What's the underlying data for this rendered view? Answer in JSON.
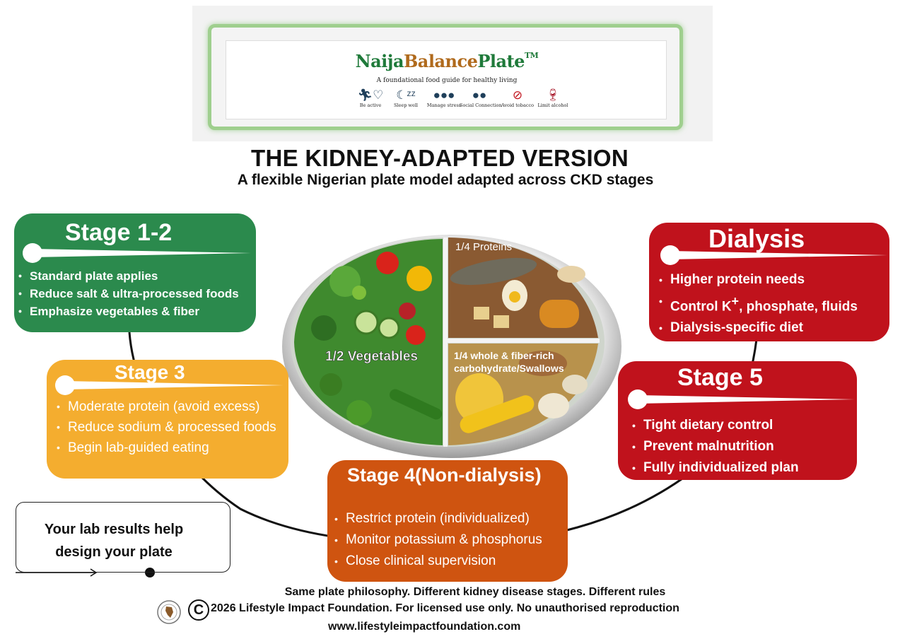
{
  "banner": {
    "brand": {
      "part1": "Naija",
      "part2": "Balance",
      "part3": "Plate",
      "tm": "TM"
    },
    "tagline": "A foundational food guide for healthy living",
    "icons": [
      {
        "icon": "running-heart-icon",
        "caption": "Be active"
      },
      {
        "icon": "moon-stars-icon",
        "caption": "Sleep well"
      },
      {
        "icon": "group-icon",
        "caption": "Manage stress"
      },
      {
        "icon": "people-icon",
        "caption": "Social Connection"
      },
      {
        "icon": "no-smoking-icon",
        "caption": "Avoid tobacco"
      },
      {
        "icon": "wine-glass-icon",
        "caption": "Limit alcohol"
      }
    ]
  },
  "title": "THE KIDNEY-ADAPTED VERSION",
  "subtitle": "A flexible Nigerian plate model adapted across CKD stages",
  "plate": {
    "vegetables_label": "1/2 Vegetables",
    "proteins_label": "1/4 Proteins",
    "carbs_label_1": "1/4 whole & fiber-rich",
    "carbs_label_2": "carbohydrate/Swallows"
  },
  "stages": {
    "stage12": {
      "title": "Stage 1-2",
      "color": "#2b8a4d",
      "items": [
        "Standard plate applies",
        "Reduce salt & ultra-processed foods",
        "Emphasize vegetables & fiber"
      ]
    },
    "stage3": {
      "title": "Stage 3",
      "color": "#f4ad2f",
      "items": [
        "Moderate protein (avoid excess)",
        "Reduce sodium & processed foods",
        "Begin lab-guided eating"
      ]
    },
    "stage4": {
      "title": "Stage 4(Non-dialysis)",
      "color": "#cf5410",
      "items": [
        "Restrict protein (individualized)",
        "Monitor potassium & phosphorus",
        "Close clinical supervision"
      ]
    },
    "stage5": {
      "title": "Stage 5",
      "color": "#c0121c",
      "items": [
        "Tight dietary control",
        "Prevent malnutrition",
        "Fully individualized plan"
      ]
    },
    "dialysis": {
      "title": "Dialysis",
      "color": "#c0121c",
      "items": [
        "Higher protein needs",
        "Control K",
        "Dialysis-specific diet"
      ],
      "k_sup": "+",
      "k_rest": ", phosphate, fluids"
    }
  },
  "lab_note": {
    "line1": "Your lab results help",
    "line2": "design your plate"
  },
  "footer": {
    "line1": "Same plate philosophy. Different kidney disease stages. Different rules",
    "copyright_symbol": "C",
    "line2": "2026 Lifestyle Impact Foundation. For licensed use only. No unauthorised reproduction",
    "url": "www.lifestyleimpactfoundation.com"
  }
}
